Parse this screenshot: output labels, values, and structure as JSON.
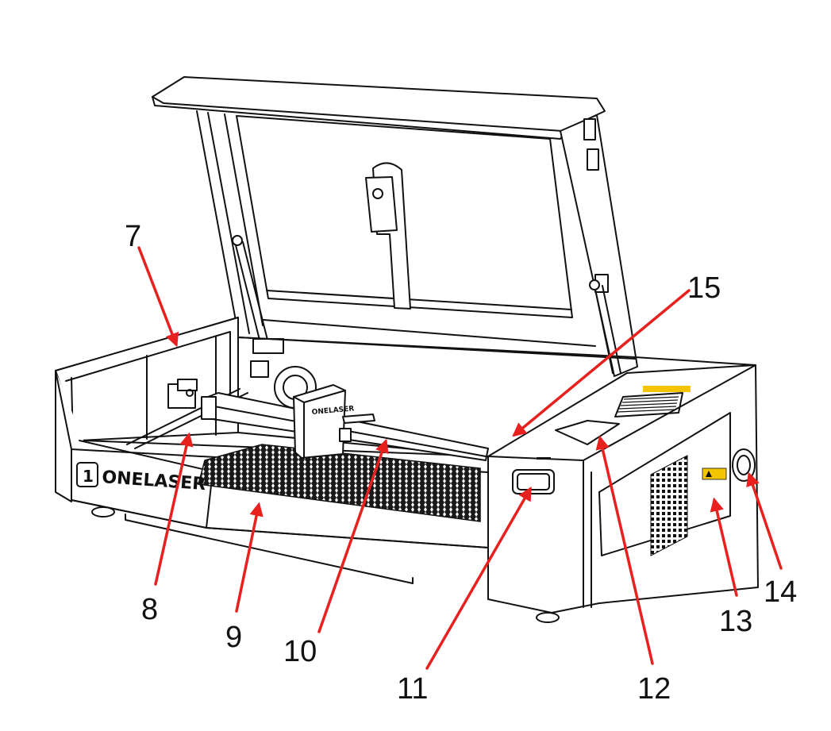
{
  "brand": {
    "logo_mark": "1",
    "logo_text": "ONELASER",
    "head_badge_text": "ONELASER"
  },
  "colors": {
    "callout_arrow": "#e8201e",
    "label_sticker": "#f3c400",
    "line": "#111111"
  },
  "callouts": [
    {
      "id": "7",
      "label": "7"
    },
    {
      "id": "8",
      "label": "8"
    },
    {
      "id": "9",
      "label": "9"
    },
    {
      "id": "10",
      "label": "10"
    },
    {
      "id": "11",
      "label": "11"
    },
    {
      "id": "12",
      "label": "12"
    },
    {
      "id": "13",
      "label": "13"
    },
    {
      "id": "14",
      "label": "14"
    },
    {
      "id": "15",
      "label": "15"
    }
  ]
}
